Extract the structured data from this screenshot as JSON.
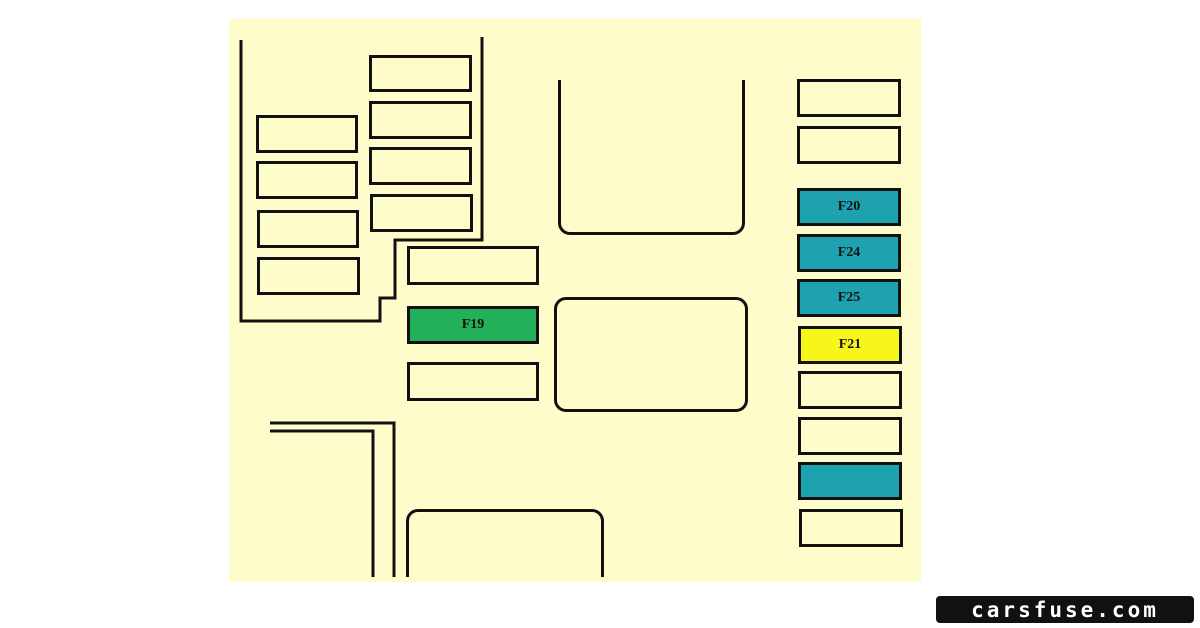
{
  "colors": {
    "background": "#fefccb",
    "outline": "#111111",
    "fuse_green": "#22b05a",
    "fuse_teal": "#1fa2b0",
    "fuse_yellow": "#f8f51a"
  },
  "fuses": {
    "f20": {
      "label": "F20",
      "color": "teal"
    },
    "f24": {
      "label": "F24",
      "color": "teal"
    },
    "f25": {
      "label": "F25",
      "color": "teal"
    },
    "f21": {
      "label": "F21",
      "color": "yellow"
    },
    "f19": {
      "label": "F19",
      "color": "green"
    },
    "unlabeled_teal": {
      "label": "",
      "color": "teal"
    }
  },
  "watermark": {
    "text": "carsfuse.com"
  }
}
